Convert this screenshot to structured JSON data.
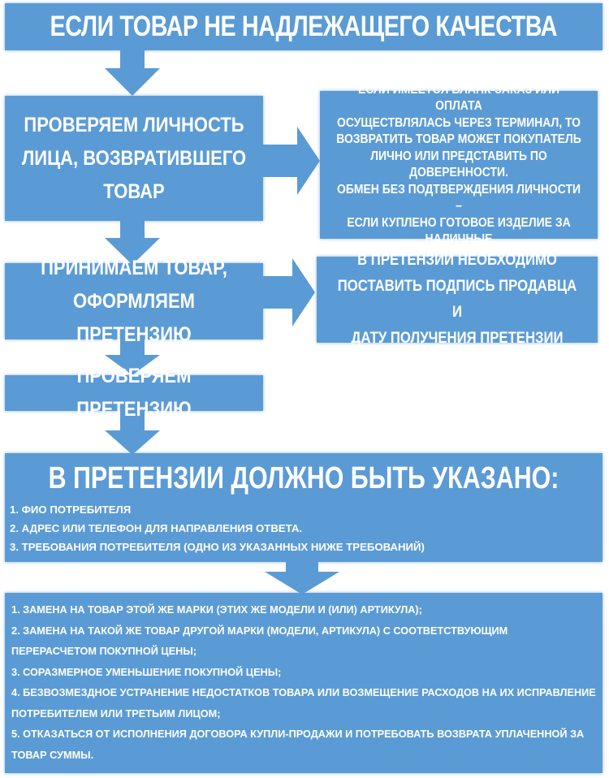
{
  "header": {
    "title": "ЕСЛИ ТОВАР НЕ НАДЛЕЖАЩЕГО КАЧЕСТВА"
  },
  "steps": [
    {
      "lines": [
        "ПРОВЕРЯЕМ ЛИЧНОСТЬ",
        "ЛИЦА, ВОЗВРАТИВШЕГО",
        "ТОВАР"
      ]
    },
    {
      "lines": [
        "ПРИНИМАЕМ ТОВАР,",
        "ОФОРМЛЯЕМ ПРЕТЕНЗИЮ"
      ]
    },
    {
      "lines": [
        "ПРОВЕРЯЕМ ПРЕТЕНЗИЮ"
      ]
    }
  ],
  "notes": [
    {
      "lines": [
        "ЕСЛИ ИМЕЕТСЯ БЛАНК-ЗАКАЗ ИЛИ ОПЛАТА",
        "ОСУЩЕСТВЛЯЛАСЬ ЧЕРЕЗ ТЕРМИНАЛ, ТО",
        "ВОЗВРАТИТЬ ТОВАР МОЖЕТ ПОКУПАТЕЛЬ",
        "ЛИЧНО ИЛИ ПРЕДСТАВИТЬ ПО ДОВЕРЕННОСТИ.",
        "ОБМЕН БЕЗ ПОДТВЕРЖДЕНИЯ ЛИЧНОСТИ –",
        "ЕСЛИ КУПЛЕНО ГОТОВОЕ ИЗДЕЛИЕ ЗА",
        "НАЛИЧНЫЕ"
      ]
    },
    {
      "lines": [
        "В ПРЕТЕНЗИИ НЕОБХОДИМО",
        "ПОСТАВИТЬ ПОДПИСЬ ПРОДАВЦА И",
        "ДАТУ ПОЛУЧЕНИЯ ПРЕТЕНЗИИ"
      ]
    }
  ],
  "claim": {
    "title": "В ПРЕТЕНЗИИ ДОЛЖНО БЫТЬ УКАЗАНО:",
    "items": [
      "1. ФИО ПОТРЕБИТЕЛЯ",
      "2. АДРЕС ИЛИ ТЕЛЕФОН ДЛЯ НАПРАВЛЕНИЯ ОТВЕТА.",
      "3. ТРЕБОВАНИЯ ПОТРЕБИТЕЛЯ (ОДНО ИЗ УКАЗАННЫХ НИЖЕ ТРЕБОВАНИЙ)"
    ]
  },
  "requirements": {
    "lines": [
      "1. ЗАМЕНА НА ТОВАР ЭТОЙ ЖЕ МАРКИ (ЭТИХ ЖЕ МОДЕЛИ И (ИЛИ) АРТИКУЛА);",
      "2. ЗАМЕНА НА ТАКОЙ ЖЕ ТОВАР ДРУГОЙ МАРКИ (МОДЕЛИ, АРТИКУЛА) С СООТВЕТСТВУЮЩИМ",
      "ПЕРЕРАСЧЕТОМ ПОКУПНОЙ ЦЕНЫ;",
      "3. СОРАЗМЕРНОЕ УМЕНЬШЕНИЕ ПОКУПНОЙ ЦЕНЫ;",
      "4. БЕЗВОЗМЕЗДНОЕ УСТРАНЕНИЕ НЕДОСТАТКОВ ТОВАРА ИЛИ ВОЗМЕЩЕНИЕ РАСХОДОВ НА ИХ ИСПРАВЛЕНИЕ",
      "ПОТРЕБИТЕЛЕМ ИЛИ ТРЕТЬИМ ЛИЦОМ;",
      "5. ОТКАЗАТЬСЯ ОТ ИСПОЛНЕНИЯ ДОГОВОРА КУПЛИ-ПРОДАЖИ И ПОТРЕБОВАТЬ ВОЗВРАТА УПЛАЧЕННОЙ ЗА",
      "ТОВАР СУММЫ."
    ]
  },
  "colors": {
    "box": "#5b9bd5",
    "text": "#ffffff"
  }
}
